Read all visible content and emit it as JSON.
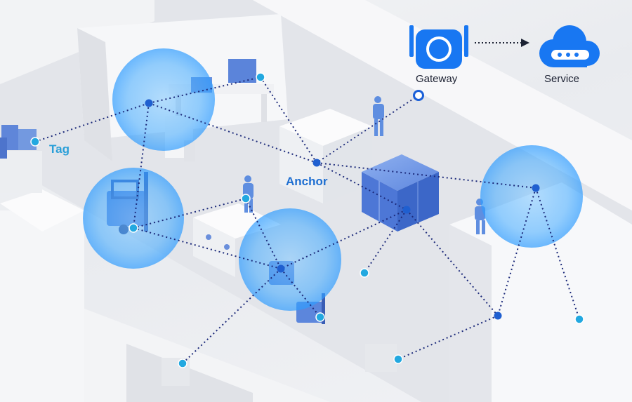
{
  "labels": {
    "tag": "Tag",
    "anchor": "Anchor",
    "gateway": "Gateway",
    "service": "Service"
  },
  "icons": {
    "gateway": "gateway-router-icon",
    "service": "cloud-server-icon"
  },
  "colors": {
    "tag_label": "#2a9fd8",
    "anchor_label": "#1f6fd1",
    "anchor_dot": "#1f5fd0",
    "tag_dot": "#22a8e0",
    "link_line": "#1c2a7a",
    "coverage_zone": "#3fa9ff",
    "icon_blue": "#1877f2"
  }
}
